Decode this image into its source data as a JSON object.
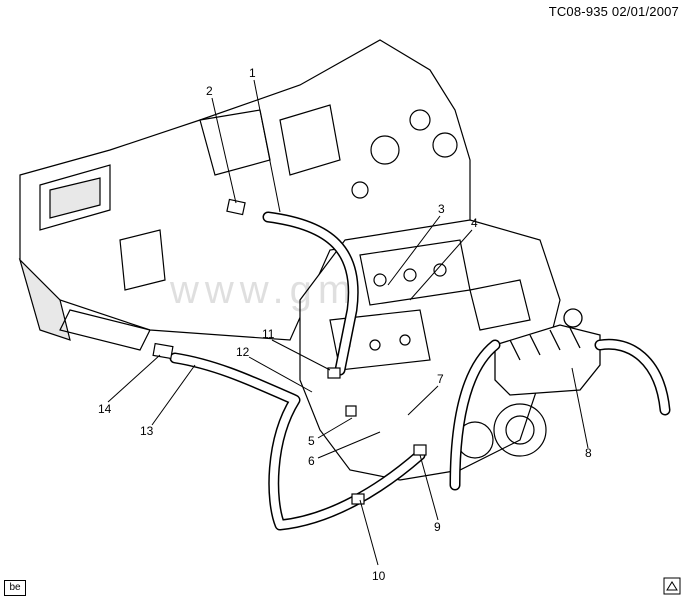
{
  "reference_code": "TC08-935 02/01/2007",
  "corner_tag": "be",
  "watermark_text": "www.gm",
  "callouts": [
    {
      "id": "c1",
      "label": "1"
    },
    {
      "id": "c2",
      "label": "2"
    },
    {
      "id": "c3",
      "label": "3"
    },
    {
      "id": "c4",
      "label": "4"
    },
    {
      "id": "c5",
      "label": "5"
    },
    {
      "id": "c6",
      "label": "6"
    },
    {
      "id": "c7",
      "label": "7"
    },
    {
      "id": "c8",
      "label": "8"
    },
    {
      "id": "c9",
      "label": "9"
    },
    {
      "id": "c10",
      "label": "10"
    },
    {
      "id": "c11",
      "label": "11"
    },
    {
      "id": "c12",
      "label": "12"
    },
    {
      "id": "c13",
      "label": "13"
    },
    {
      "id": "c14",
      "label": "14"
    }
  ],
  "colors": {
    "line": "#000000",
    "background": "#ffffff",
    "fill": "#ffffff",
    "shade": "#e8e8e8"
  }
}
